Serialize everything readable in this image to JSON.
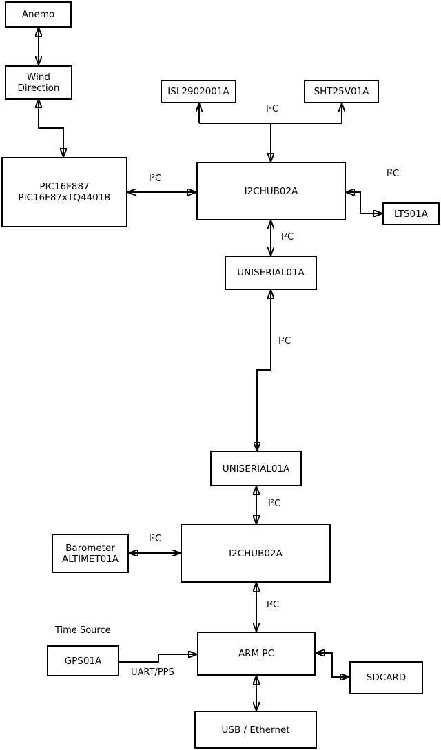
{
  "colors": {
    "background": "#ffffff",
    "line": "#000000",
    "box_fill": "#ffffff",
    "text": "#000000"
  },
  "nodes": {
    "anemo": {
      "label": "Anemo"
    },
    "wind_direction": {
      "label": "Wind\nDirection"
    },
    "pic": {
      "label": "PIC16F887\nPIC16F87xTQ4401B"
    },
    "isl2902001a": {
      "label": "ISL2902001A"
    },
    "sht25v01a": {
      "label": "SHT25V01A"
    },
    "i2chub02a_top": {
      "label": "I2CHUB02A"
    },
    "lts01a": {
      "label": "LTS01A"
    },
    "uniserial01a_top": {
      "label": "UNISERIAL01A"
    },
    "uniserial01a_bottom": {
      "label": "UNISERIAL01A"
    },
    "i2chub02a_bottom": {
      "label": "I2CHUB02A"
    },
    "barometer": {
      "label": "Barometer\nALTIMET01A"
    },
    "gps01a": {
      "label": "GPS01A"
    },
    "arm_pc": {
      "label": "ARM PC"
    },
    "sdcard": {
      "label": "SDCARD"
    },
    "usb_ethernet": {
      "label": "USB / Ethernet"
    }
  },
  "labels": {
    "i2c_bus_top": "I²C",
    "i2c_pic_hub": "I²C",
    "i2c_hub_lts": "I²C",
    "i2c_hub_uniserial": "I²C",
    "i2c_uniserial_link": "I²C",
    "i2c_uniserial_hub2": "I²C",
    "i2c_barometer_hub2": "I²C",
    "i2c_hub2_armpc": "I²C",
    "time_source": "Time Source",
    "uart_pps": "UART/PPS"
  },
  "edges": [
    {
      "from": "anemo",
      "to": "wind_direction",
      "direction": "bidirectional",
      "label": ""
    },
    {
      "from": "wind_direction",
      "to": "pic",
      "direction": "bidirectional",
      "label": ""
    },
    {
      "from": "pic",
      "to": "i2chub02a_top",
      "direction": "bidirectional",
      "label": "I²C"
    },
    {
      "from": "i2chub02a_top",
      "to": "isl2902001a",
      "direction": "to",
      "label": "I²C"
    },
    {
      "from": "i2chub02a_top",
      "to": "sht25v01a",
      "direction": "to",
      "label": "I²C"
    },
    {
      "from": "i2chub02a_top",
      "to": "lts01a",
      "direction": "bidirectional",
      "label": "I²C"
    },
    {
      "from": "i2chub02a_top",
      "to": "uniserial01a_top",
      "direction": "bidirectional",
      "label": "I²C"
    },
    {
      "from": "uniserial01a_top",
      "to": "uniserial01a_bottom",
      "direction": "bidirectional",
      "label": "I²C"
    },
    {
      "from": "uniserial01a_bottom",
      "to": "i2chub02a_bottom",
      "direction": "bidirectional",
      "label": "I²C"
    },
    {
      "from": "barometer",
      "to": "i2chub02a_bottom",
      "direction": "bidirectional",
      "label": "I²C"
    },
    {
      "from": "i2chub02a_bottom",
      "to": "arm_pc",
      "direction": "bidirectional",
      "label": "I²C"
    },
    {
      "from": "gps01a",
      "to": "arm_pc",
      "direction": "to",
      "label": "UART/PPS"
    },
    {
      "from": "arm_pc",
      "to": "sdcard",
      "direction": "bidirectional",
      "label": ""
    },
    {
      "from": "arm_pc",
      "to": "usb_ethernet",
      "direction": "bidirectional",
      "label": ""
    }
  ]
}
